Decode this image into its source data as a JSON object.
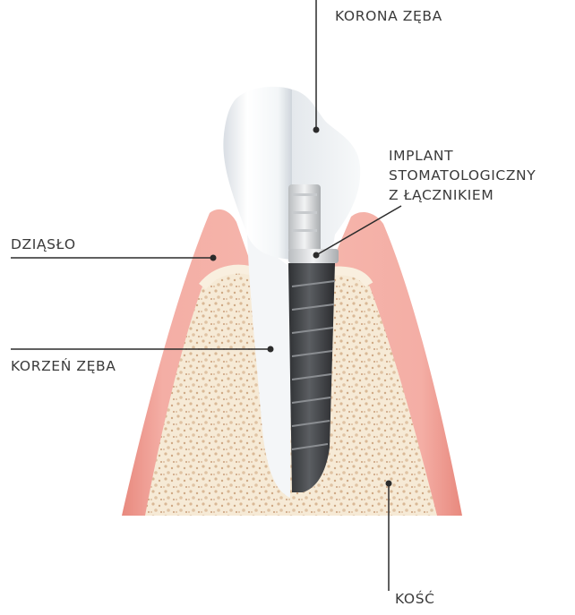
{
  "labels": {
    "crown": "KORONA ZĘBA",
    "implant": [
      "IMPLANT",
      "STOMATOLOGICZNY",
      "Z ŁĄCZNIKIEM"
    ],
    "gum": "DZIĄSŁO",
    "root": "KORZEŃ ZĘBA",
    "bone": "KOŚĆ"
  },
  "colors": {
    "gum": "#f2a9a0",
    "gum_dark": "#e58379",
    "bone": "#f6ead6",
    "bone_pores": "#e3c6a4",
    "tooth": "#eef1f4",
    "implant": "#46484b",
    "abutment": "#d9dbdd",
    "leader": "#2b2b2b"
  }
}
